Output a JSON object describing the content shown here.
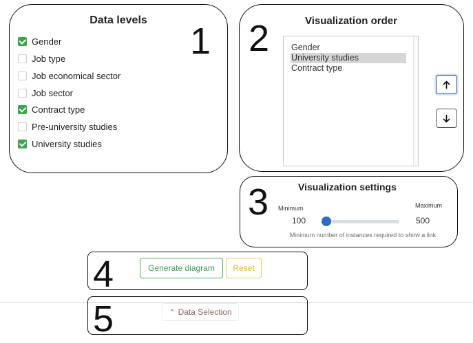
{
  "panels": {
    "data_levels": {
      "number": "1",
      "title": "Data levels",
      "items": [
        {
          "label": "Gender",
          "checked": true
        },
        {
          "label": "Job type",
          "checked": false
        },
        {
          "label": "Job economical sector",
          "checked": false
        },
        {
          "label": "Job sector",
          "checked": false
        },
        {
          "label": "Contract type",
          "checked": true
        },
        {
          "label": "Pre-university studies",
          "checked": false
        },
        {
          "label": "University studies",
          "checked": true
        }
      ]
    },
    "visualization_order": {
      "number": "2",
      "title": "Visualization order",
      "options": [
        {
          "label": "Gender",
          "selected": false
        },
        {
          "label": "University studies",
          "selected": true
        },
        {
          "label": "Contract type",
          "selected": false
        }
      ],
      "up_icon": "arrow-up-icon",
      "down_icon": "arrow-down-icon"
    },
    "visualization_settings": {
      "number": "3",
      "title": "Visualization settings",
      "minimum_label": "Minimum",
      "maximum_label": "Maximum",
      "minimum_value": "100",
      "maximum_value": "500",
      "slider_value": 100,
      "hint": "Minimum number of instances required to show a link"
    },
    "actions": {
      "number": "4",
      "generate_label": "Generate diagram",
      "reset_label": "Reset"
    },
    "selection": {
      "number": "5",
      "data_selection_label": "Data Selection",
      "chevron_icon": "double-chevron-up-icon"
    }
  },
  "colors": {
    "check_green": "#3fa34d",
    "generate_green": "#3e9a52",
    "reset_yellow": "#e2b52c",
    "slider_blue": "#2f6bc3"
  }
}
